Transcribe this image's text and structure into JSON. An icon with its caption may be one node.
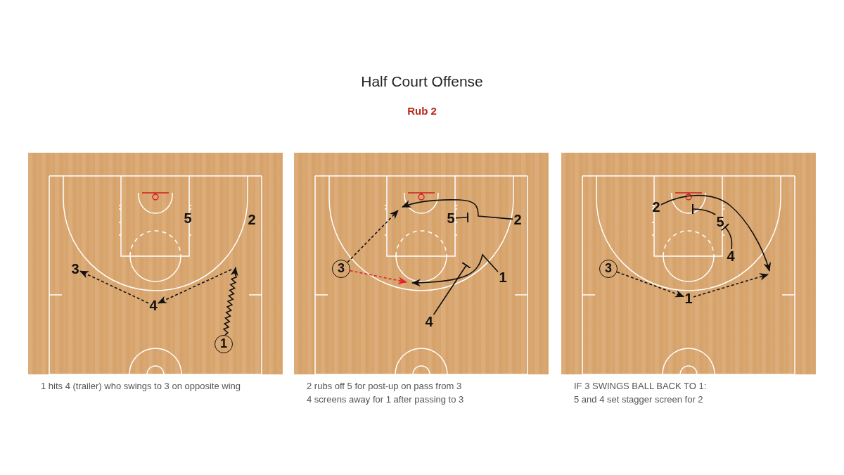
{
  "diagram": {
    "title": "Half Court Offense",
    "nodes": [
      {
        "text": [],
        "shape": "box",
        "beside": [
          "1 hits 4 (trailer) who swings to 3 on opposite wing"
        ]
      },
      {
        "text": [
          "5"
        ],
        "in": 0
      },
      {
        "text": [
          "2"
        ],
        "in": 0
      },
      {
        "text": [
          "3"
        ],
        "in": 0
      },
      {
        "text": [
          "4"
        ],
        "in": 0
      },
      {
        "text": [
          "1"
        ],
        "in": 0
      },
      {
        "text": [],
        "shape": "box",
        "beside": [
          "2 rubs off 5 for post-up on pass from 3",
          "4 screens away for 1 after passing to 3"
        ]
      },
      {
        "text": [
          "5"
        ],
        "in": 6
      },
      {
        "text": [
          "2"
        ],
        "in": 6
      },
      {
        "text": [
          "3"
        ],
        "in": 6
      },
      {
        "text": [
          "1"
        ],
        "in": 6
      },
      {
        "text": [
          "4"
        ],
        "in": 6
      },
      {
        "text": [],
        "shape": "box",
        "beside": [
          "IF 3 SWINGS BALL BACK TO 1:",
          "5 and 4 set stagger screen for 2"
        ]
      },
      {
        "text": [
          "2"
        ],
        "in": 12
      },
      {
        "text": [
          "5"
        ],
        "in": 12
      },
      {
        "text": [
          "4"
        ],
        "in": 12
      },
      {
        "text": [
          "3"
        ],
        "in": 12
      },
      {
        "text": [
          "1"
        ],
        "in": 12
      }
    ],
    "edges": [
      {
        "from": 5,
        "to": null,
        "arrow": "to"
      },
      {
        "from": null,
        "to": 4,
        "arrow": "to",
        "style": "dashed"
      },
      {
        "from": 4,
        "to": 3,
        "arrow": "to",
        "style": "dashed"
      },
      {
        "from": 7,
        "to": null,
        "arrow": "other"
      },
      {
        "from": 8,
        "to": null,
        "arrow": "to"
      },
      {
        "from": 9,
        "to": null,
        "arrow": "to",
        "style": "dashed"
      },
      {
        "from": 9,
        "to": null,
        "arrow": "to",
        "style": "dashed",
        "color": "#e3262a"
      },
      {
        "from": 11,
        "to": null,
        "arrow": "other"
      },
      {
        "from": 10,
        "to": null,
        "arrow": "to"
      },
      {
        "from": 14,
        "to": null,
        "arrow": "other"
      },
      {
        "from": 15,
        "to": 14,
        "arrow": "other"
      },
      {
        "from": 13,
        "to": null,
        "arrow": "to"
      },
      {
        "from": 16,
        "to": 17,
        "arrow": "to",
        "style": "dashed"
      },
      {
        "from": 17,
        "to": null,
        "arrow": "to",
        "style": "dashed"
      }
    ],
    "labels": [
      "Rub 2"
    ]
  }
}
